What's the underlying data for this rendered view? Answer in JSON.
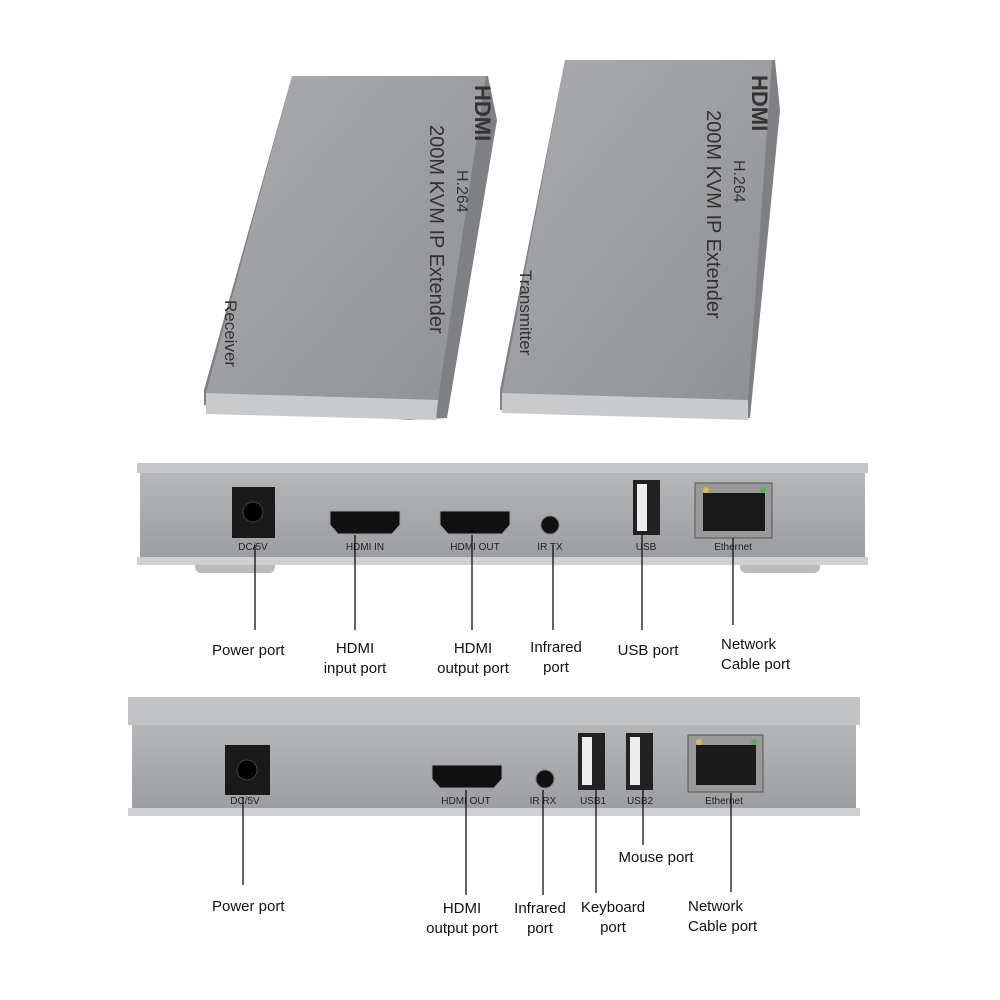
{
  "receiver": {
    "logo": "HDMI",
    "codec": "H.264",
    "model": "200M KVM IP Extender",
    "role": "Receiver"
  },
  "transmitter": {
    "logo": "HDMI",
    "codec": "H.264",
    "model": "200M KVM IP Extender",
    "role": "Transmitter"
  },
  "panel1": {
    "port_labels": [
      "DC/5V",
      "HDMI IN",
      "HDMI OUT",
      "IR TX",
      "USB",
      "Ethernet"
    ],
    "callouts": {
      "power": [
        "Power port"
      ],
      "hdmi_in": [
        "HDMI",
        "input port"
      ],
      "hdmi_out": [
        "HDMI",
        "output port"
      ],
      "ir": [
        "Infrared",
        "port"
      ],
      "usb": [
        "USB port"
      ],
      "net": [
        "Network",
        "Cable port"
      ]
    }
  },
  "panel2": {
    "port_labels": [
      "DC/5V",
      "HDMI OUT",
      "IR RX",
      "USB1",
      "USB2",
      "Ethernet"
    ],
    "callouts": {
      "power": [
        "Power port"
      ],
      "hdmi_out": [
        "HDMI",
        "output port"
      ],
      "ir": [
        "Infrared",
        "port"
      ],
      "keyboard": [
        "Keyboard",
        "port"
      ],
      "mouse": [
        "Mouse port"
      ],
      "net": [
        "Network",
        "Cable port"
      ]
    }
  }
}
